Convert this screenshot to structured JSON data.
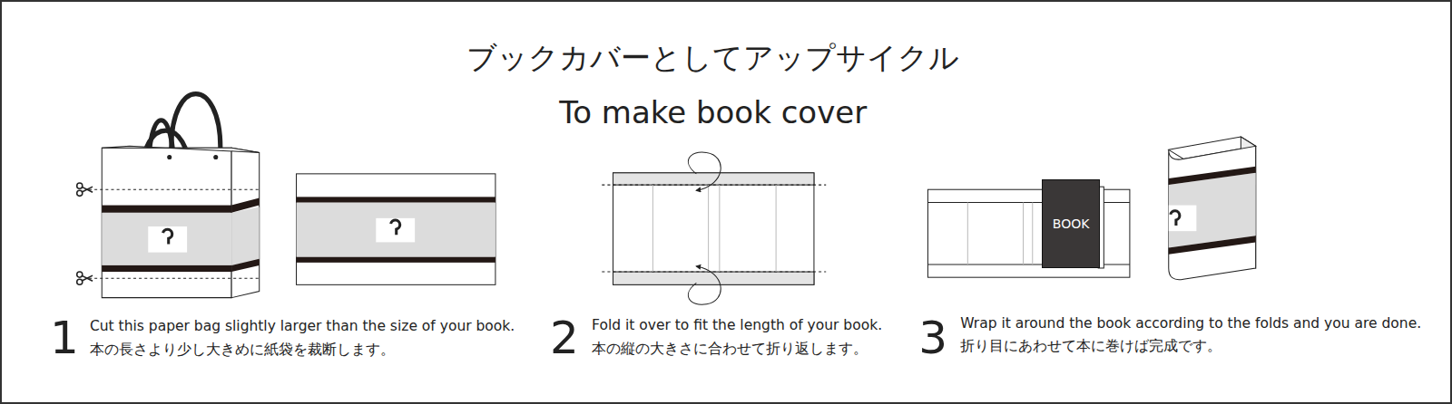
{
  "diagram": {
    "title": "ブックカバーとしてアップサイクル",
    "nodes": [
      {
        "text": [
          "BOOK"
        ]
      }
    ],
    "labels": [
      "To make book cover",
      "1",
      "Cut this paper bag slightly larger than the size of your book.",
      "本の長さより少し大きめに紙袋を裁断します。",
      "2",
      "Fold it over to fit the length of your book.",
      "本の縦の大きさに合わせて折り返します。",
      "3",
      "Wrap it around the book according to the folds and you are done.",
      "折り目にあわせて本に巻けば完成です。"
    ]
  }
}
